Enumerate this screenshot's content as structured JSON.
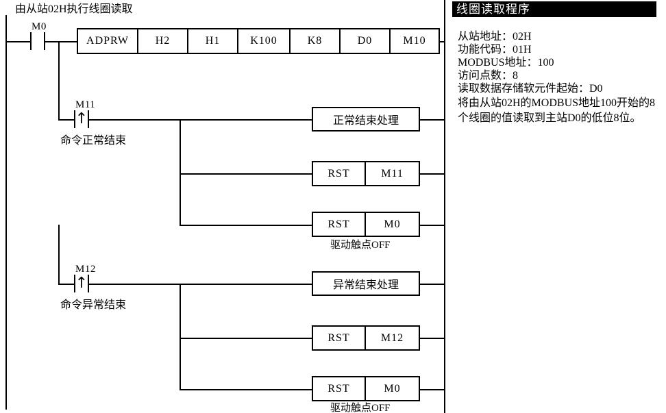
{
  "document": {
    "title": "线圈读取程序"
  },
  "ladder": {
    "rung_title": "由从站02H执行线圈读取",
    "rungs": [
      {
        "contact": {
          "label": "M0",
          "type": "no-contact",
          "glyph": ""
        },
        "instruction": {
          "name": "ADPRW",
          "operands": [
            "H2",
            "H1",
            "K100",
            "K8",
            "D0",
            "M10"
          ]
        }
      },
      {
        "contact": {
          "label": "M11",
          "type": "rising-edge-contact",
          "glyph": "↑"
        },
        "contact_note": "命令正常结束",
        "outputs": [
          {
            "kind": "coil-block",
            "text": "正常结束处理",
            "note": ""
          },
          {
            "kind": "rst",
            "op": "RST",
            "device": "M11",
            "note": ""
          },
          {
            "kind": "rst",
            "op": "RST",
            "device": "M0",
            "note": "驱动触点OFF"
          }
        ]
      },
      {
        "contact": {
          "label": "M12",
          "type": "rising-edge-contact",
          "glyph": "↑"
        },
        "contact_note": "命令异常结束",
        "outputs": [
          {
            "kind": "coil-block",
            "text": "异常结束处理",
            "note": ""
          },
          {
            "kind": "rst",
            "op": "RST",
            "device": "M12",
            "note": ""
          },
          {
            "kind": "rst",
            "op": "RST",
            "device": "M0",
            "note": "驱动触点OFF"
          }
        ]
      }
    ]
  },
  "panel": {
    "title": "线圈读取程序",
    "spec_lines": [
      "从站地址：02H",
      "功能代码：01H",
      "MODBUS地址：100",
      "访问点数：8",
      "读取数据存储软元件起始：D0"
    ],
    "description": "将由从站02H的MODBUS地址100开始的8个线圈的值读取到主站D0的低位8位。"
  },
  "colors": {
    "ink": "#000000",
    "paper": "#ffffff",
    "title_bar_bg": "#000000",
    "title_bar_fg": "#ffffff"
  }
}
